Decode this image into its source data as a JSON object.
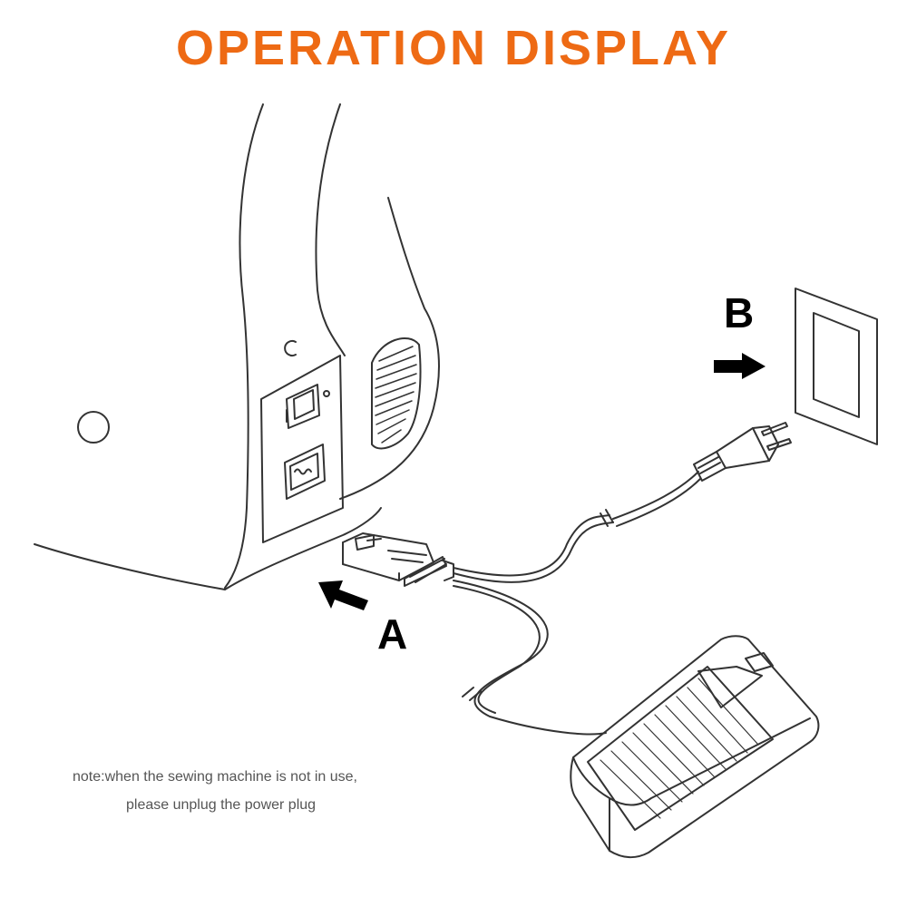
{
  "title": "OPERATION DISPLAY",
  "labels": {
    "a": "A",
    "b": "B"
  },
  "note": {
    "line1": "note:when the sewing machine is not in use,",
    "line2": "please unplug the power plug"
  },
  "colors": {
    "title": "#ee6a14",
    "line": "#333333"
  },
  "icons": [
    "sewing-machine",
    "power-switch-icon",
    "power-socket-icon",
    "vent-icon",
    "connector-plug",
    "wall-plug",
    "wall-outlet",
    "foot-pedal",
    "arrow-icon"
  ]
}
